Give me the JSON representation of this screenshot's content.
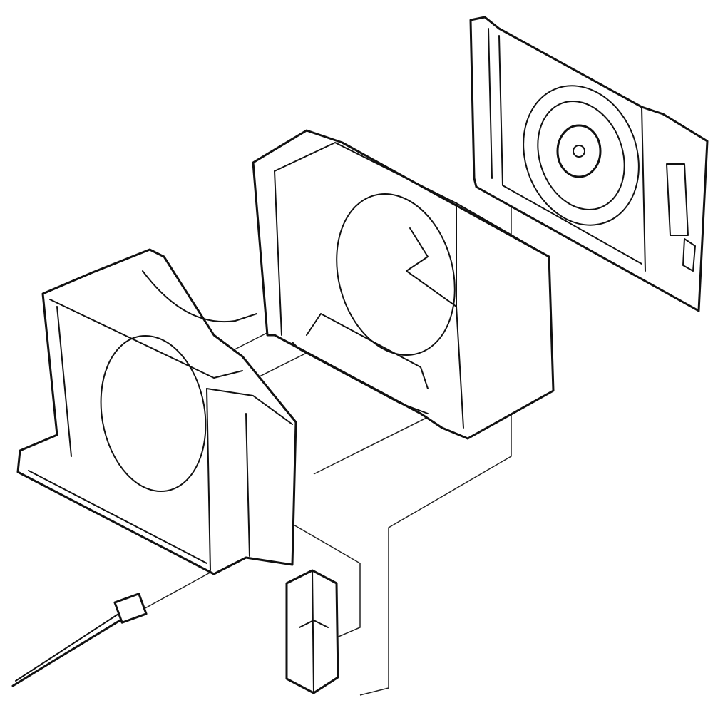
{
  "diagram": {
    "type": "exploded-parts-view",
    "colors": {
      "line": "#111111",
      "background": "#ffffff"
    },
    "parts": [
      "back-panel",
      "fan-shroud",
      "front-frame",
      "bracket",
      "rod"
    ]
  }
}
